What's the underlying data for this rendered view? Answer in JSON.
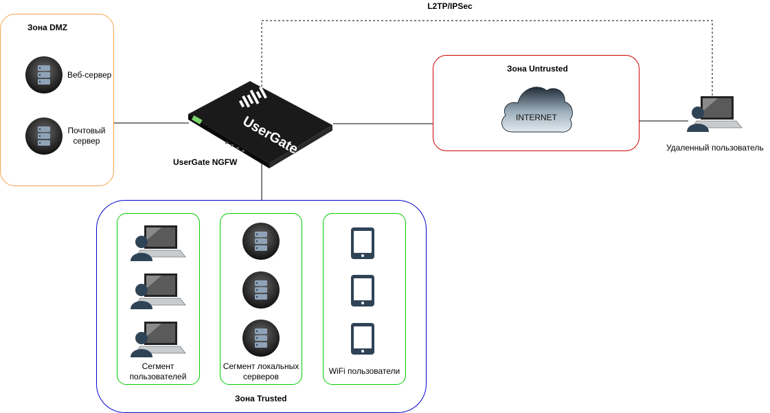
{
  "vpn_label": "L2TP/IPSec",
  "device": {
    "name": "UserGate NGFW",
    "logo_text": "UserGate"
  },
  "zones": {
    "dmz": {
      "title": "Зона DMZ",
      "color": "#f5a04a",
      "servers": [
        {
          "label": "Веб-сервер"
        },
        {
          "label": "Почтовый сервер"
        }
      ]
    },
    "untrusted": {
      "title": "Зона Untrusted",
      "color": "#cc0000",
      "cloud_label": "INTERNET"
    },
    "trusted": {
      "title": "Зона Trusted",
      "color": "#0000cc",
      "segments": [
        {
          "label": "Сегмент пользователей",
          "color": "#00cc00"
        },
        {
          "label": "Сегмент локальных серверов",
          "color": "#00cc00"
        },
        {
          "label": "WiFi пользователи",
          "color": "#00cc00"
        }
      ]
    }
  },
  "remote_user": {
    "label": "Удаленный пользователь"
  },
  "icons": {
    "server": "server-icon",
    "user_workstation": "user-laptop-icon",
    "tablet": "tablet-icon",
    "cloud": "cloud-icon",
    "firewall": "firewall-appliance-icon"
  }
}
